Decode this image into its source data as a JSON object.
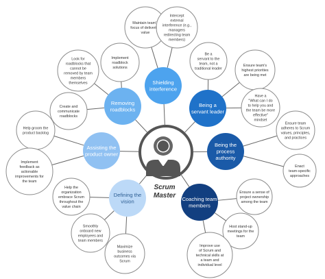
{
  "center": {
    "label_line1": "Scrum",
    "label_line2": "Master",
    "icon": "person-silhouette-icon",
    "ring_color": "#555555"
  },
  "colors": {
    "connector": "#666666",
    "leaf_border": "#8a8a8a",
    "leaf_text": "#333333"
  },
  "hubs": [
    {
      "id": "shielding",
      "label": [
        "Shielding",
        "interference"
      ],
      "color": "#4da3ee",
      "leaves": [
        [
          "Maintain team's",
          "focus of delivering",
          "value"
        ],
        [
          "Intercept",
          "external",
          "interference (e.g.,",
          "managers",
          "redirecting team",
          "members)"
        ]
      ]
    },
    {
      "id": "servant",
      "label": [
        "Being a",
        "servant leader"
      ],
      "color": "#1f72c9",
      "leaves": [
        [
          "Be a",
          "servant to the",
          "team, not a",
          "traditional leader"
        ],
        [
          "Ensure team's",
          "highest priorities",
          "are being met"
        ],
        [
          "Have a",
          "\"What can I do",
          "to help you and",
          "the team be more",
          "effective\"",
          "mindset"
        ]
      ]
    },
    {
      "id": "process",
      "label": [
        "Being the",
        "process",
        "authority"
      ],
      "color": "#1a5aa8",
      "leaves": [
        [
          "Ensure team",
          "adheres to Scrum",
          "values, principles,",
          "and practices"
        ],
        [
          "Enact",
          "team-specific",
          "approaches"
        ]
      ]
    },
    {
      "id": "coaching",
      "label": [
        "Coaching team",
        "members"
      ],
      "color": "#123f80",
      "leaves": [
        [
          "Ensure a sense of",
          "project ownership",
          "among the team"
        ],
        [
          "Host stand-up",
          "meetings for the",
          "team"
        ],
        [
          "Improve use",
          "of Scrum and",
          "technical skills at",
          "a team and",
          "individual level"
        ]
      ]
    },
    {
      "id": "vision",
      "label": [
        "Defining the",
        "vision"
      ],
      "color": "#bcd9f7",
      "leaves": [
        [
          "Help the",
          "organization",
          "embrace Scrum",
          "throughout the",
          "value chain"
        ],
        [
          "Smoothly",
          "onboard new",
          "employees and",
          "team members"
        ],
        [
          "Maximize",
          "business",
          "outcomes via",
          "Scrum"
        ]
      ]
    },
    {
      "id": "owner",
      "label": [
        "Assisting the",
        "product owner"
      ],
      "color": "#90c1f2",
      "leaves": [
        [
          "Help groom the",
          "product backlog"
        ],
        [
          "Implement",
          "feedback as",
          "actionable",
          "improvements for",
          "the team"
        ]
      ]
    },
    {
      "id": "roadblocks",
      "label": [
        "Removing",
        "roadblocks"
      ],
      "color": "#6cb2f0",
      "leaves": [
        [
          "Create and",
          "communicate",
          "roadblocks"
        ],
        [
          "Look for",
          "roadblocks that",
          "cannot be",
          "removed by team",
          "members",
          "themselves"
        ],
        [
          "Implement",
          "roadblock",
          "solutions"
        ]
      ]
    }
  ]
}
